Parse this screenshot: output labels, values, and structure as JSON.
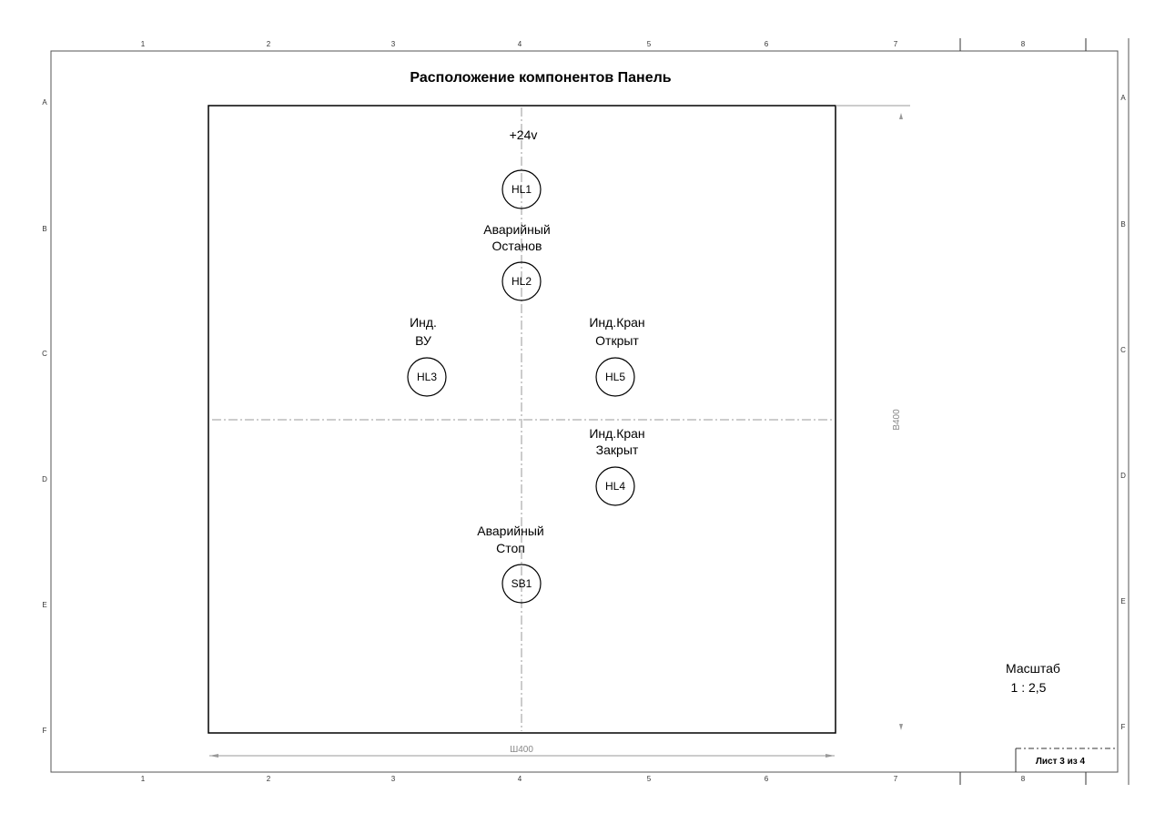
{
  "title": "Расположение компонентов Панель",
  "grid": {
    "columns": [
      "1",
      "2",
      "3",
      "4",
      "5",
      "6",
      "7",
      "8"
    ],
    "rows": [
      "A",
      "B",
      "C",
      "D",
      "E",
      "F"
    ]
  },
  "components": [
    {
      "id": "HL1",
      "label_lines": [
        "+24v"
      ]
    },
    {
      "id": "HL2",
      "label_lines": [
        "Аварийный",
        "Останов"
      ]
    },
    {
      "id": "HL3",
      "label_lines": [
        "Инд.",
        "ВУ"
      ]
    },
    {
      "id": "HL5",
      "label_lines": [
        "Инд.Кран",
        "Открыт"
      ]
    },
    {
      "id": "HL4",
      "label_lines": [
        "Инд.Кран",
        "Закрыт"
      ]
    },
    {
      "id": "SB1",
      "label_lines": [
        "Аварийный",
        "Стоп"
      ]
    }
  ],
  "dimensions": {
    "width_label": "Ш400",
    "height_label": "В400"
  },
  "scale": {
    "label": "Масштаб",
    "value": "1 : 2,5"
  },
  "sheet": "Лист 3 из 4",
  "colors": {
    "line": "#000000",
    "centerline": "#9a9a9a",
    "dimension": "#888888"
  }
}
